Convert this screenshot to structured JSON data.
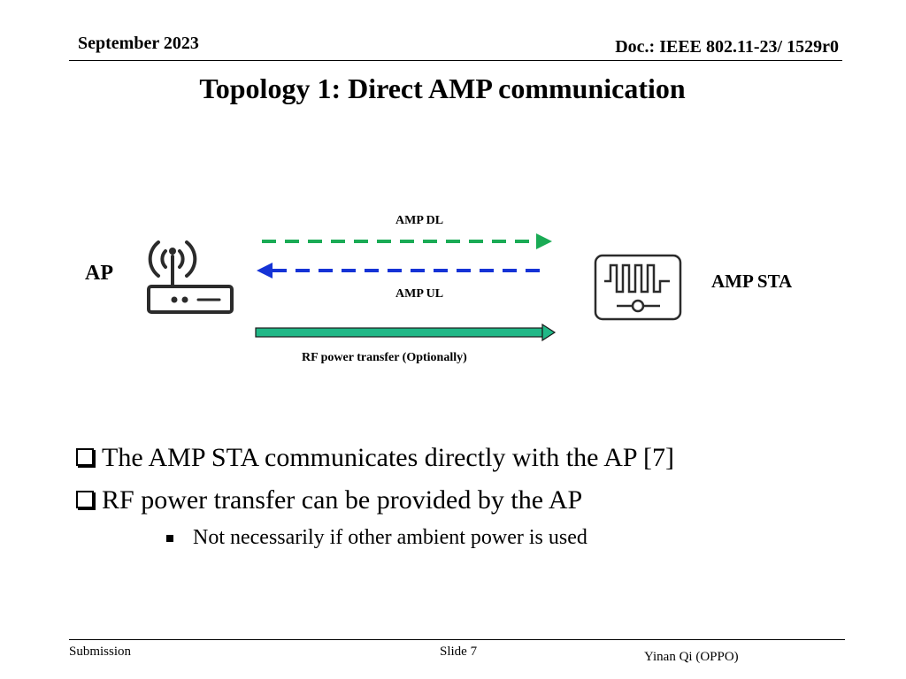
{
  "header": {
    "date": "September 2023",
    "doc_id": "Doc.: IEEE 802.11-23/ 1529r0"
  },
  "title": "Topology 1: Direct AMP communication",
  "diagram": {
    "ap_label": "AP",
    "sta_label": "AMP STA",
    "dl_label": "AMP DL",
    "ul_label": "AMP UL",
    "rf_label": "RF power transfer (Optionally)",
    "dl_color": "#1aab55",
    "ul_color": "#1533d6",
    "rf_color": "#21b887",
    "icons": {
      "ap": "wifi-router-icon",
      "sta": "amp-device-icon"
    }
  },
  "bullets": [
    "The AMP STA communicates directly with the AP [7]",
    "RF power transfer can be provided by the AP"
  ],
  "sub_bullets": [
    "Not necessarily if other ambient power is used"
  ],
  "footer": {
    "left": "Submission",
    "center": "Slide 7",
    "right": "Yinan Qi (OPPO)"
  }
}
